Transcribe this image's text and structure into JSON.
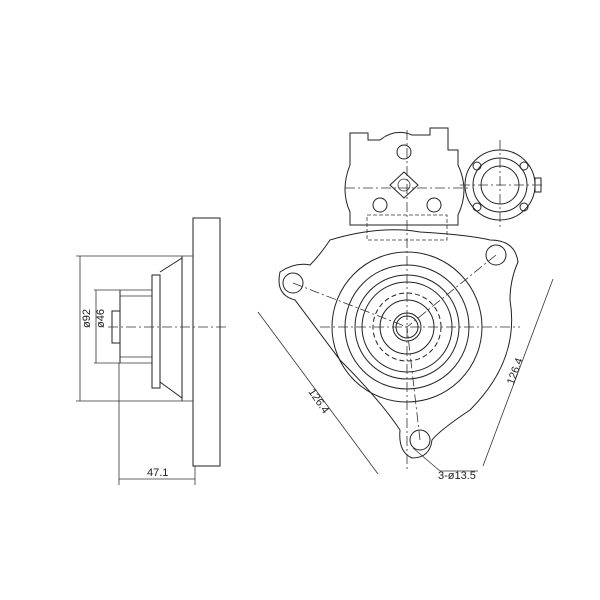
{
  "drawing": {
    "side_view": {
      "dim_outer_diameter": "ø92",
      "dim_inner_diameter": "ø46",
      "dim_length": "47.1"
    },
    "front_view": {
      "dim_pitch_left": "126.4",
      "dim_pitch_right": "126.4",
      "dim_holes": "3-ø13.5"
    }
  }
}
